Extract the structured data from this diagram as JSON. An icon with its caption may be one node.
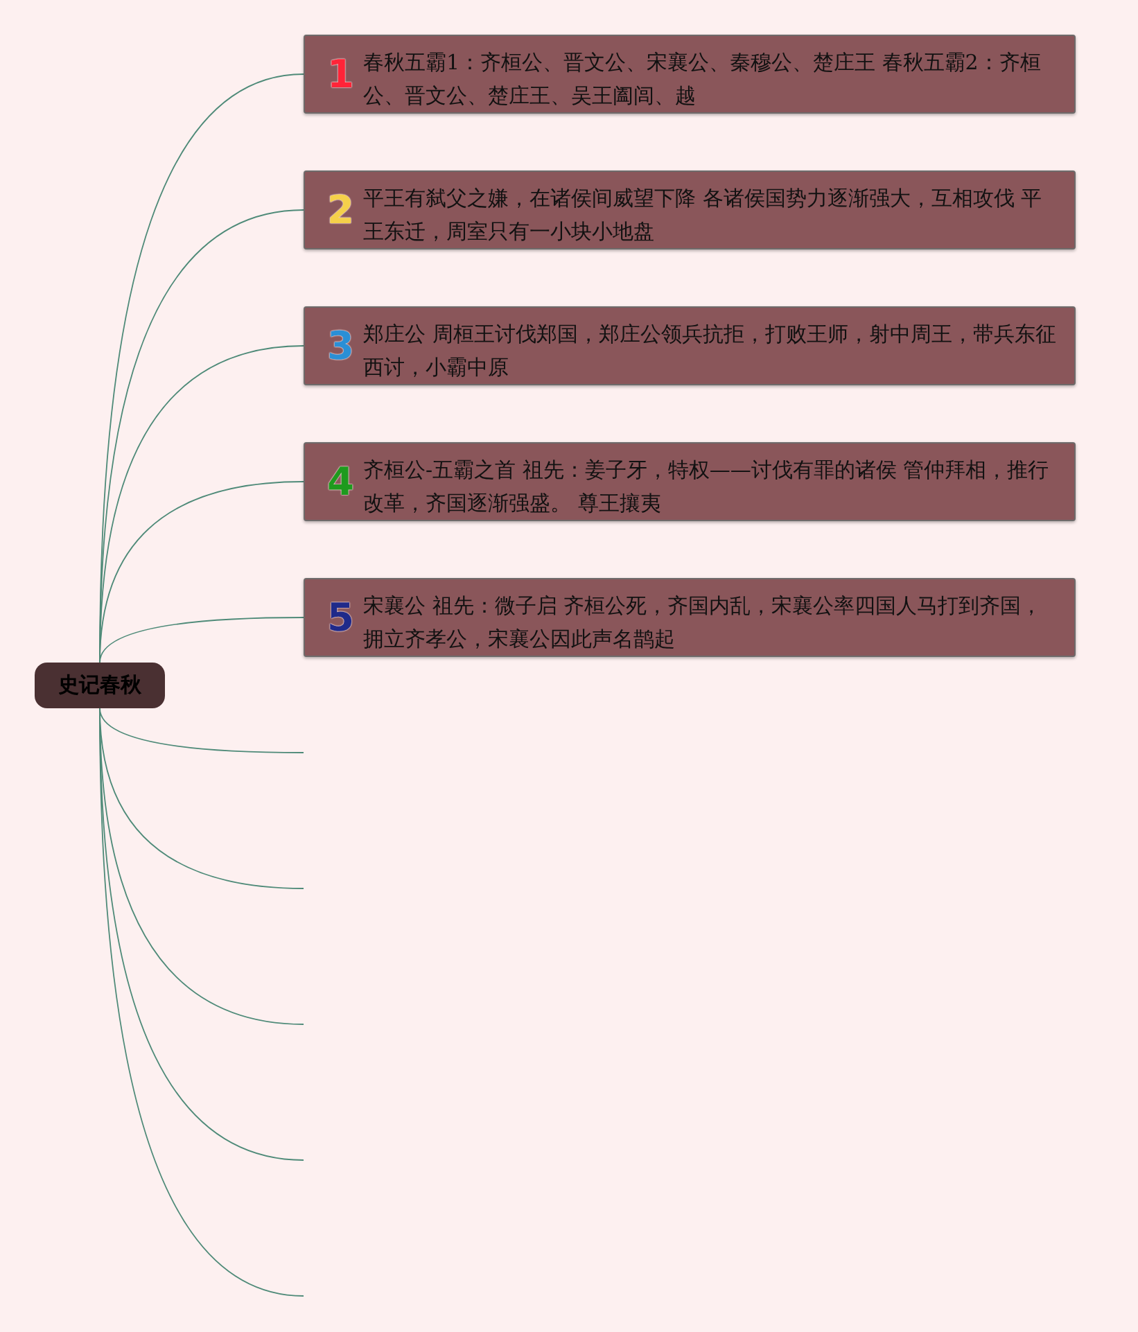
{
  "diagram": {
    "nodes": [
      {
        "text": [
          "史记春秋"
        ]
      },
      {
        "text": [
          "1",
          "春秋五霸1：齐桓公、晋文公、宋襄公、秦穆公、楚庄王 春秋五霸2：齐桓公、晋文公、楚庄王、吴王阖闾、越"
        ]
      },
      {
        "text": [
          "2",
          "平王有弑父之嫌，在诸侯间威望下降 各诸侯国势力逐渐强大，互相攻伐 平王东迁，周室只有一小块小地盘"
        ]
      },
      {
        "text": [
          "3",
          "郑庄公 周桓王讨伐郑国，郑庄公领兵抗拒，打败王师，射中周王，带兵东征西讨，小霸中原"
        ]
      },
      {
        "text": [
          "4",
          "齐桓公-五霸之首 祖先：姜子牙，特权——讨伐有罪的诸侯 管仲拜相，推行改革，齐国逐渐强盛。 尊王攘夷"
        ]
      },
      {
        "text": [
          "5",
          "宋襄公 祖先：微子启 齐桓公死，齐国内乱，宋襄公率四国人马打到齐国，拥立齐孝公，宋襄公因此声名鹊起"
        ]
      }
    ],
    "edges": [
      {
        "from": 0,
        "to": 1,
        "arrow": "none"
      },
      {
        "from": 0,
        "to": 2,
        "arrow": "none"
      },
      {
        "from": 0,
        "to": 3,
        "arrow": "none"
      },
      {
        "from": 0,
        "to": 4,
        "arrow": "none"
      },
      {
        "from": 0,
        "to": 5,
        "arrow": "none"
      },
      {
        "from": 0,
        "to": null,
        "arrow": "none"
      },
      {
        "from": 0,
        "to": null,
        "arrow": "none"
      },
      {
        "from": 0,
        "to": null,
        "arrow": "none"
      },
      {
        "from": 0,
        "to": null,
        "arrow": "none"
      },
      {
        "from": 0,
        "to": null,
        "arrow": "none"
      }
    ]
  }
}
